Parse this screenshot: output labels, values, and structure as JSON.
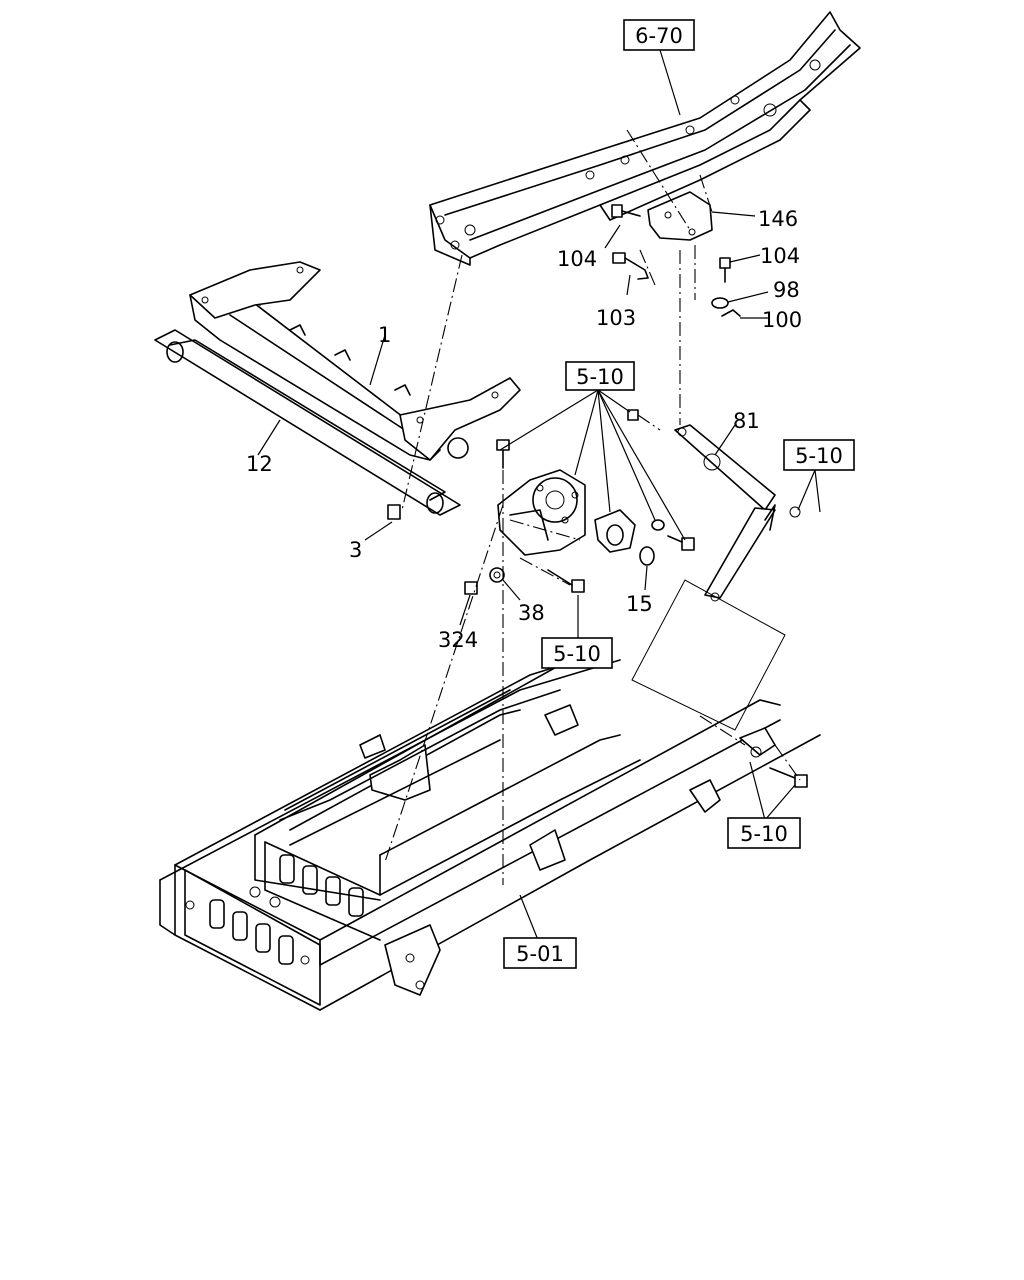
{
  "diagram": {
    "section_refs": [
      {
        "id": "ref-6-70",
        "label": "6-70"
      },
      {
        "id": "ref-5-10-top",
        "label": "5-10"
      },
      {
        "id": "ref-5-10-right",
        "label": "5-10"
      },
      {
        "id": "ref-5-10-mid",
        "label": "5-10"
      },
      {
        "id": "ref-5-10-bottom",
        "label": "5-10"
      },
      {
        "id": "ref-5-01",
        "label": "5-01"
      }
    ],
    "part_numbers": [
      {
        "id": "part-146",
        "label": "146"
      },
      {
        "id": "part-104a",
        "label": "104"
      },
      {
        "id": "part-104b",
        "label": "104"
      },
      {
        "id": "part-98",
        "label": "98"
      },
      {
        "id": "part-100",
        "label": "100"
      },
      {
        "id": "part-103",
        "label": "103"
      },
      {
        "id": "part-1",
        "label": "1"
      },
      {
        "id": "part-12",
        "label": "12"
      },
      {
        "id": "part-81",
        "label": "81"
      },
      {
        "id": "part-3",
        "label": "3"
      },
      {
        "id": "part-15",
        "label": "15"
      },
      {
        "id": "part-38",
        "label": "38"
      },
      {
        "id": "part-324",
        "label": "324"
      }
    ]
  }
}
